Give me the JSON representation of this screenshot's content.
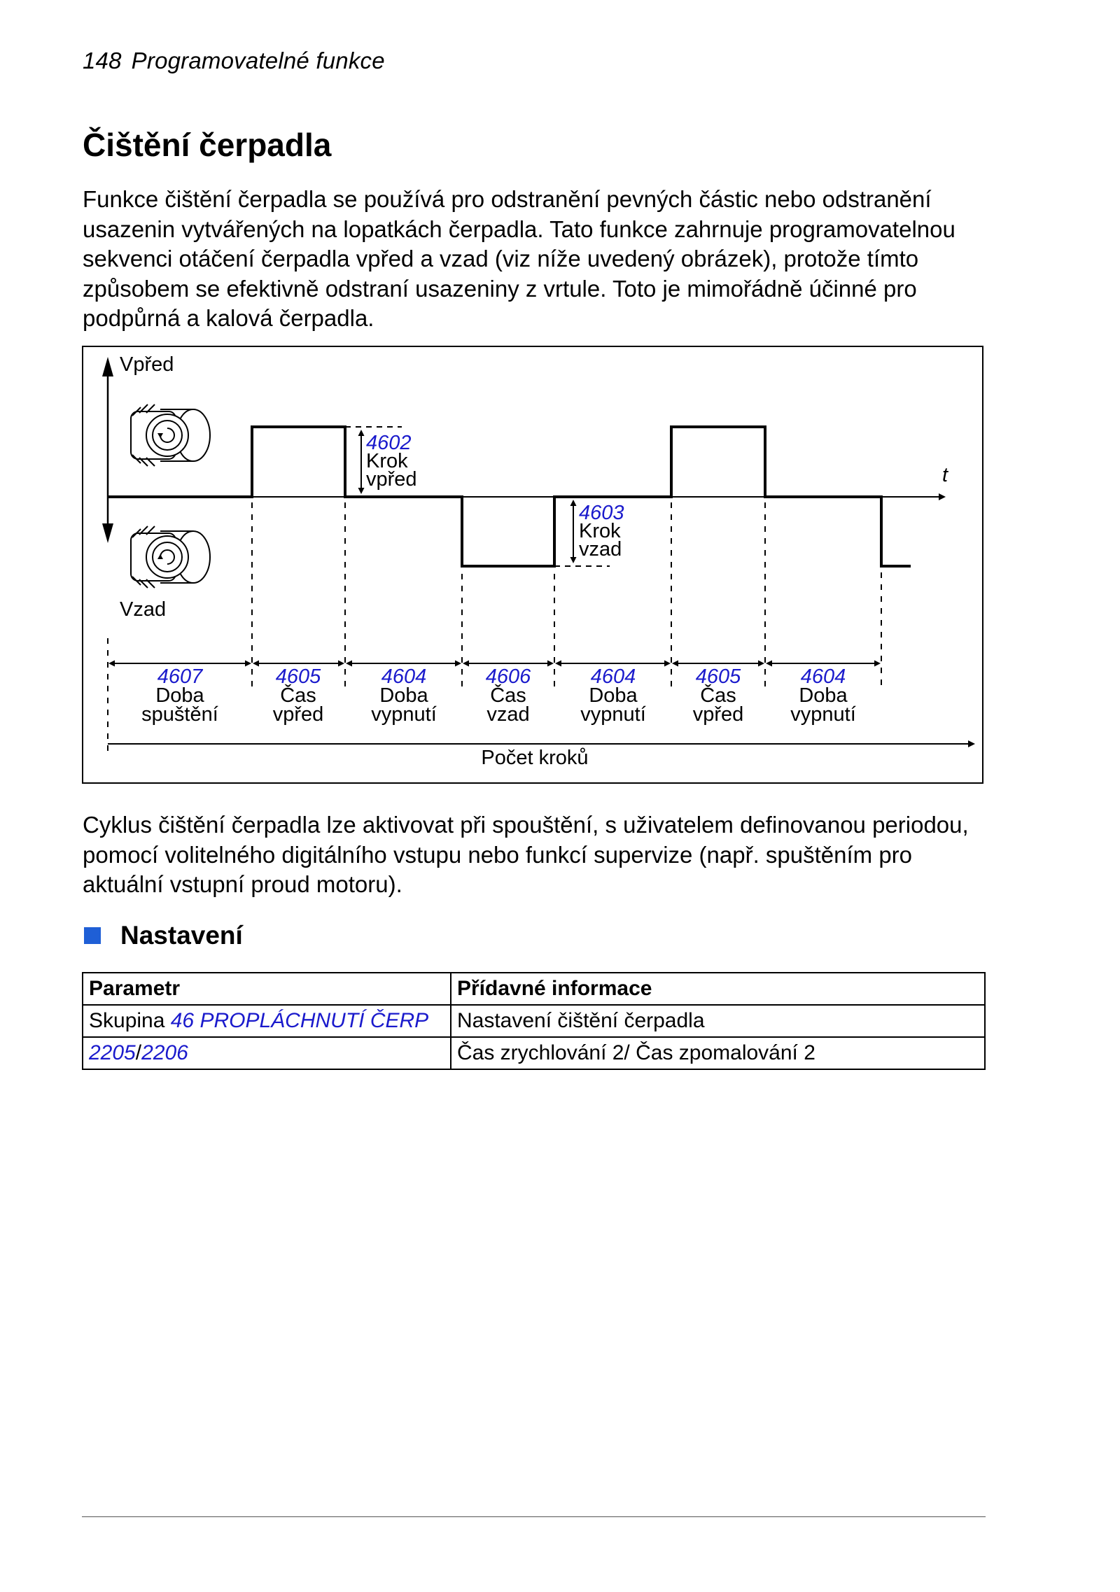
{
  "header": {
    "page_number": "148",
    "section": "Programovatelné funkce"
  },
  "title": "Čištění čerpadla",
  "intro": "Funkce čištění čerpadla se používá pro odstranění pevných částic nebo odstranění usazenin vytvářených na lopatkách čerpadla. Tato funkce zahrnuje programovatelnou sekvenci otáčení čerpadla vpřed a vzad (viz níže uvedený obrázek), protože tímto způsobem se efektivně odstraní usazeniny z vrtule. Toto je mimořádně účinné pro podpůrná a kalová čerpadla.",
  "diagram": {
    "forward_label": "Vpřed",
    "reverse_label": "Vzad",
    "time_label": "t",
    "step_forward": {
      "code": "4602",
      "line1": "Krok",
      "line2": "vpřed"
    },
    "step_reverse": {
      "code": "4603",
      "line1": "Krok",
      "line2": "vzad"
    },
    "intervals": [
      {
        "code": "4607",
        "line1": "Doba",
        "line2": "spuštění"
      },
      {
        "code": "4605",
        "line1": "Čas",
        "line2": "vpřed"
      },
      {
        "code": "4604",
        "line1": "Doba",
        "line2": "vypnutí"
      },
      {
        "code": "4606",
        "line1": "Čas",
        "line2": "vzad"
      },
      {
        "code": "4604",
        "line1": "Doba",
        "line2": "vypnutí"
      },
      {
        "code": "4605",
        "line1": "Čas",
        "line2": "vpřed"
      },
      {
        "code": "4604",
        "line1": "Doba",
        "line2": "vypnutí"
      }
    ],
    "step_count_label": "Počet kroků",
    "colors": {
      "line": "#000000",
      "code": "#1a1acc"
    },
    "icons": [
      "motor-forward-icon",
      "motor-reverse-icon"
    ]
  },
  "cycle_text": "Cyklus čištění čerpadla lze aktivovat při spouštění, s uživatelem definovanou periodou, pomocí volitelného digitálního vstupu nebo funkcí supervize (např. spuštěním pro aktuální vstupní proud motoru).",
  "settings": {
    "heading": "Nastavení",
    "square_color": "#1f5fd6",
    "columns": [
      "Parametr",
      "Přídavné informace"
    ],
    "rows": [
      {
        "prefix": "Skupina ",
        "link": "46 PROPLÁCHNUTÍ ČERP",
        "info": "Nastavení čištění čerpadla"
      },
      {
        "link_a": "2205",
        "separator": "/",
        "link_b": "2206",
        "info": "Čas zrychlování 2/ Čas zpomalování 2"
      }
    ]
  }
}
